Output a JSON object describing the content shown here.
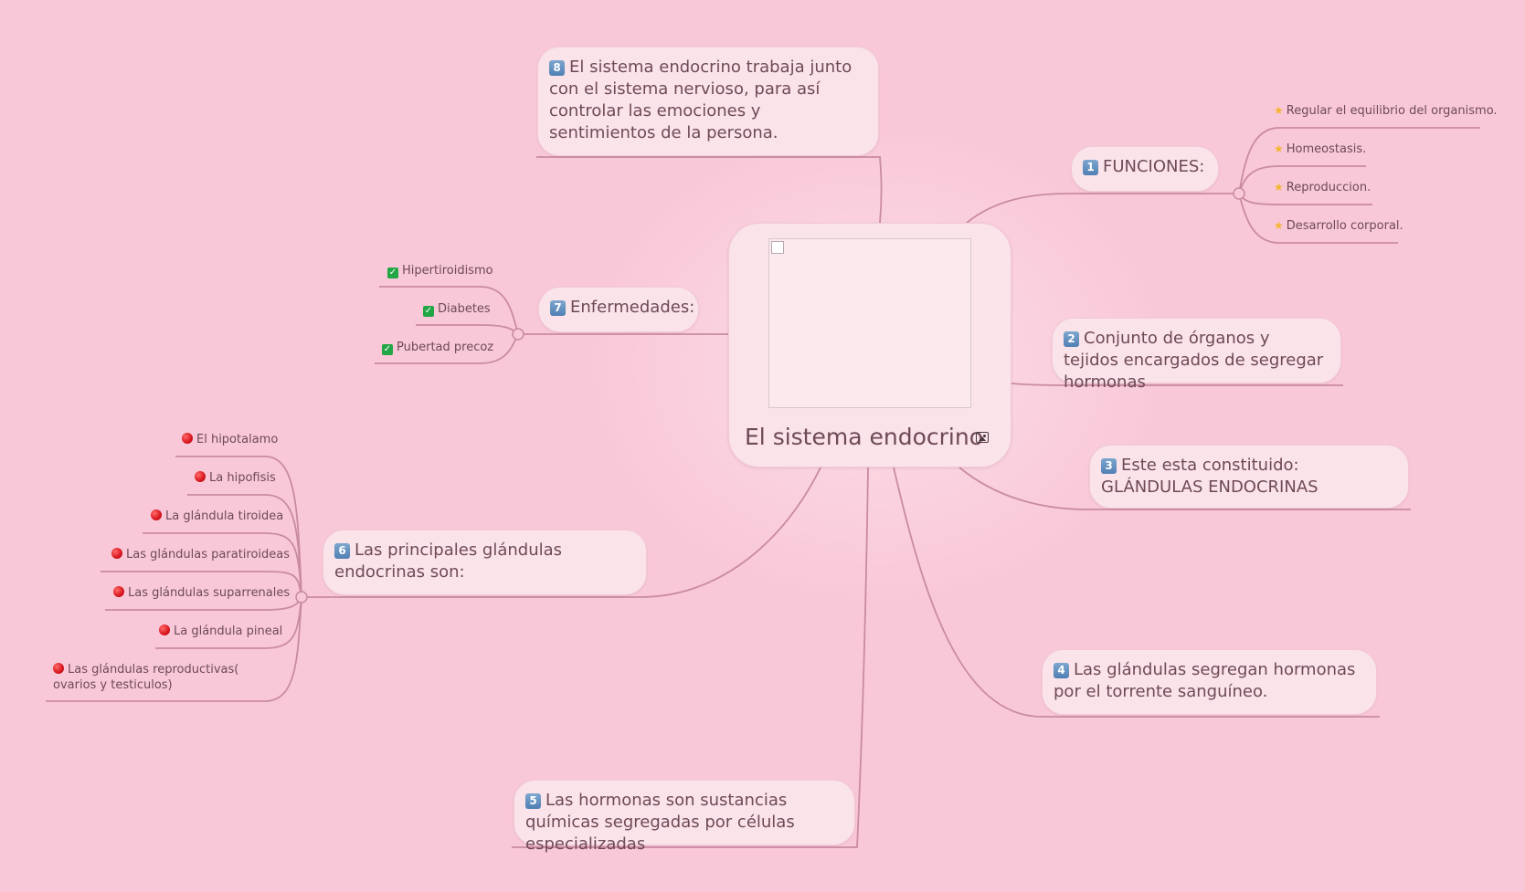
{
  "central": {
    "title": "El sistema endocrino",
    "icon": "image-icon"
  },
  "topics": {
    "t1": {
      "num": "1",
      "text": "FUNCIONES:"
    },
    "t2": {
      "num": "2",
      "text": "Conjunto de órganos y tejidos encargados de segregar hormonas"
    },
    "t3": {
      "num": "3",
      "text": "Este esta constituido: GLÁNDULAS ENDOCRINAS"
    },
    "t4": {
      "num": "4",
      "text": "Las glándulas segregan hormonas por el torrente sanguíneo."
    },
    "t5": {
      "num": "5",
      "text": "Las hormonas son sustancias químicas segregadas por células especializadas"
    },
    "t6": {
      "num": "6",
      "text": "Las principales glándulas endocrinas son:"
    },
    "t7": {
      "num": "7",
      "text": "Enfermedades:"
    },
    "t8": {
      "num": "8",
      "text": "El sistema endocrino trabaja junto con el sistema nervioso, para así controlar las emociones y sentimientos de la persona."
    }
  },
  "funciones": [
    "Regular el equilibrio del organismo.",
    "Homeostasis.",
    "Reproduccion.",
    "Desarrollo corporal."
  ],
  "enfermedades": [
    "Hipertiroidismo",
    "Diabetes",
    "Pubertad precoz"
  ],
  "glandulas": [
    "El hipotalamo",
    "La hipofisis",
    "La glándula tiroidea",
    "Las glándulas paratiroideas",
    "Las glándulas suparrenales",
    "La glándula pineal",
    "Las glándulas reproductivas( ovarios y testiculos)"
  ],
  "colors": {
    "background": "#f9c8d8",
    "topic_fill": "#fbe3ea",
    "line": "#c98ba0",
    "text": "#6e4a56"
  }
}
